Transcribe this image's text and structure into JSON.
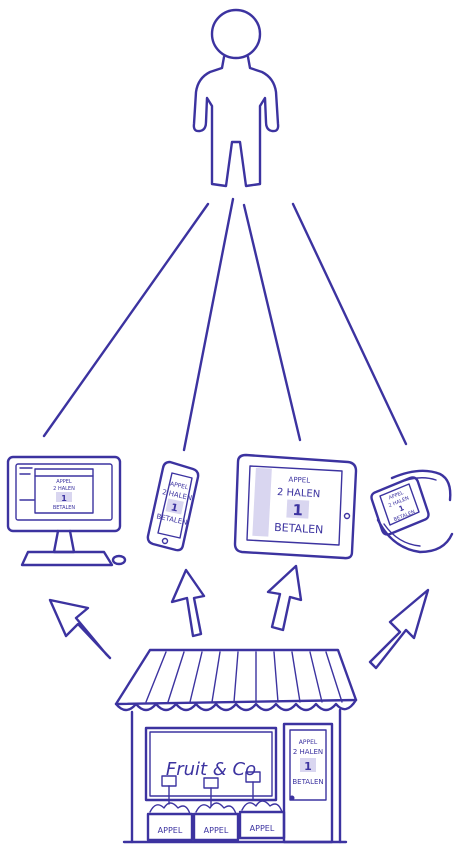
{
  "ink_color": "#3c33a0",
  "background_color": "#ffffff",
  "person": {
    "icon": "stick-figure-person"
  },
  "devices": [
    {
      "icon": "desktop-computer",
      "screen_lines": [
        "APPEL",
        "2 HALEN",
        "1",
        "BETALEN"
      ]
    },
    {
      "icon": "smartphone",
      "screen_lines": [
        "APPEL",
        "2 HALEN",
        "1",
        "BETALEN"
      ]
    },
    {
      "icon": "tablet",
      "screen_lines": [
        "APPEL",
        "2 HALEN",
        "1",
        "BETALEN"
      ]
    },
    {
      "icon": "smartwatch",
      "screen_lines": [
        "APPEL",
        "2 HALEN",
        "1",
        "BETALEN"
      ]
    }
  ],
  "shop": {
    "icon": "shop-storefront",
    "sign": "Fruit & Co",
    "door_screen_lines": [
      "APPEL",
      "2 HALEN",
      "1",
      "BETALEN"
    ],
    "crates": [
      "APPEL",
      "APPEL",
      "APPEL"
    ]
  }
}
